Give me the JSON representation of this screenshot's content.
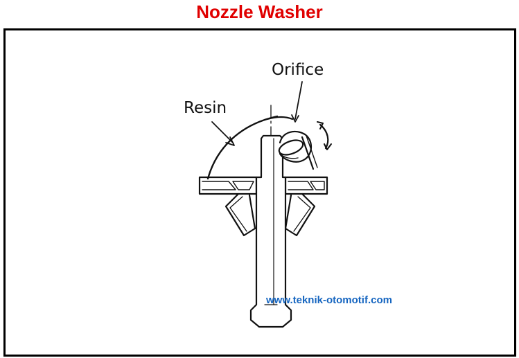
{
  "title": "Nozzle Washer",
  "title_color": "#e00000",
  "labels": {
    "orifice": "Orifice",
    "resin": "Resin"
  },
  "watermark": "www.teknik-otomotif.com",
  "watermark_color": "#1565c0"
}
